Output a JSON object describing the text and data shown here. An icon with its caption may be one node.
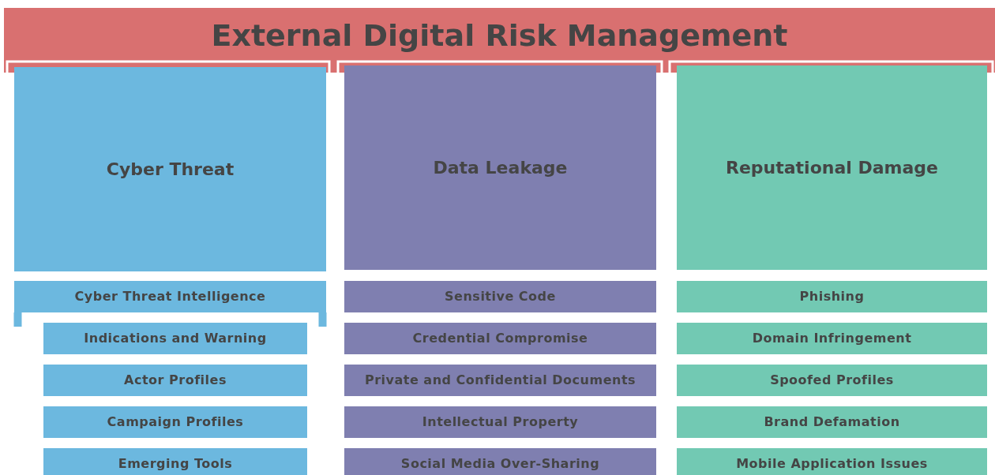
{
  "diagram": {
    "nodes": [
      {
        "text": [
          "External Digital Risk Management"
        ]
      },
      {
        "text": [
          "Cyber Threat"
        ]
      },
      {
        "text": [
          "Cyber Threat Intelligence"
        ]
      },
      {
        "text": [
          "Indications and Warning"
        ]
      },
      {
        "text": [
          "Actor Profiles"
        ]
      },
      {
        "text": [
          "Campaign Profiles"
        ]
      },
      {
        "text": [
          "Emerging Tools"
        ]
      },
      {
        "text": [
          "Data Leakage"
        ]
      },
      {
        "text": [
          "Sensitive Code"
        ]
      },
      {
        "text": [
          "Credential Compromise"
        ]
      },
      {
        "text": [
          "Private and Confidential Documents"
        ]
      },
      {
        "text": [
          "Intellectual Property"
        ]
      },
      {
        "text": [
          "Social Media Over-Sharing"
        ]
      },
      {
        "text": [
          "Reputational Damage"
        ]
      },
      {
        "text": [
          "Phishing"
        ]
      },
      {
        "text": [
          "Domain Infringement"
        ]
      },
      {
        "text": [
          "Spoofed Profiles"
        ]
      },
      {
        "text": [
          "Brand Defamation"
        ]
      },
      {
        "text": [
          "Mobile Application Issues"
        ]
      }
    ]
  }
}
